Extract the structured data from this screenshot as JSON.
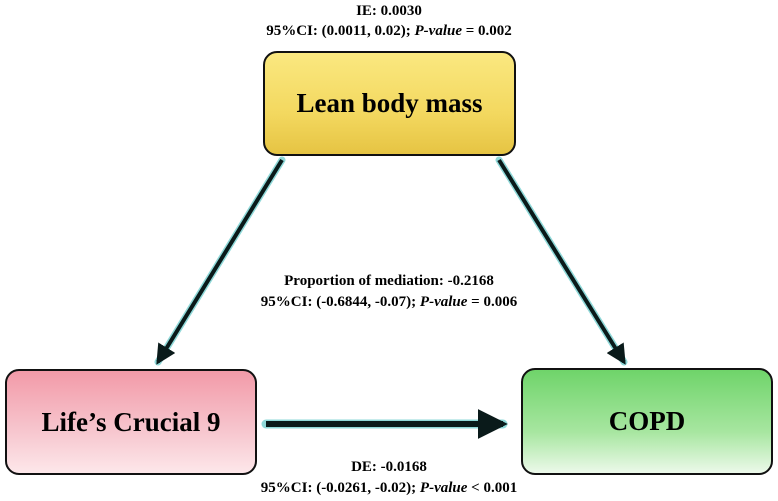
{
  "nodes": {
    "mediator": "Lean body mass",
    "exposure": "Life’s Crucial 9",
    "outcome": "COPD"
  },
  "indirect_effect": {
    "label": "IE: 0.0030",
    "ci_prefix": "95%CI: (0.0011, 0.02); ",
    "p_label": "P-value",
    "p_suffix": " = 0.002"
  },
  "proportion_mediated": {
    "label": "Proportion of mediation: -0.2168",
    "ci_prefix": "95%CI: (-0.6844, -0.07); ",
    "p_label": "P-value",
    "p_suffix": " =  0.006"
  },
  "direct_effect": {
    "label": "DE: -0.0168",
    "ci_prefix": "95%CI:  (-0.0261, -0.02); ",
    "p_label": "P-value",
    "p_suffix": " < 0.001"
  },
  "colors": {
    "mediator_fill": "#f3d85f",
    "exposure_fill": "#f29aa8",
    "outcome_fill": "#6fd46a",
    "arrow": "#0a1a1a",
    "arrow_glow": "#8fd8d8"
  }
}
